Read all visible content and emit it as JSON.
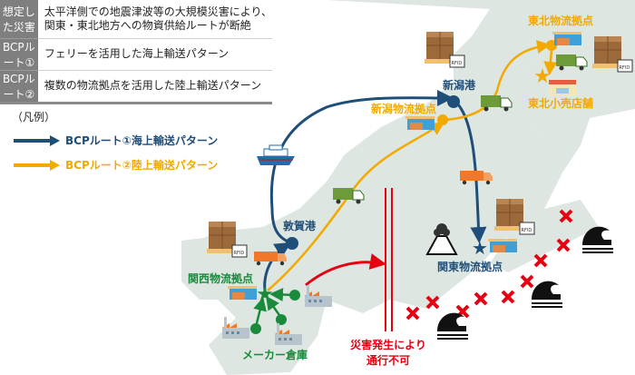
{
  "table": {
    "rows": [
      {
        "label": "想定した災害",
        "line1": "太平洋側での地震津波等の大規模災害により、",
        "line2": "関東・東北地方への物資供給ルートが断絶"
      },
      {
        "label": "BCPルート①",
        "line1": "フェリーを活用した海上輸送パターン"
      },
      {
        "label": "BCPルート②",
        "line1": "複数の物流拠点を活用した陸上輸送パターン"
      }
    ]
  },
  "legend": {
    "title": "（凡例）",
    "items": [
      {
        "label": "BCPルート①海上輸送パターン",
        "color": "#1f4e79"
      },
      {
        "label": "BCPルート②陸上輸送パターン",
        "color": "#f2a900"
      }
    ]
  },
  "places": {
    "niigata_port": "新潟港",
    "niigata_hub": "新潟物流拠点",
    "tohoku_hub": "東北物流拠点",
    "tohoku_store": "東北小売店舗",
    "tsuruga_port": "敦賀港",
    "kansai_hub": "関西物流拠点",
    "maker_warehouse": "メーカー倉庫",
    "kanto_hub": "関東物流拠点"
  },
  "blocked": {
    "line1": "災害発生により",
    "line2": "通行不可"
  },
  "rfid_label": "RFID",
  "colors": {
    "blue": "#1f4e79",
    "orange": "#f2a900",
    "green": "#1a8a3c",
    "red": "#e60012",
    "land": "#dde6e0"
  }
}
